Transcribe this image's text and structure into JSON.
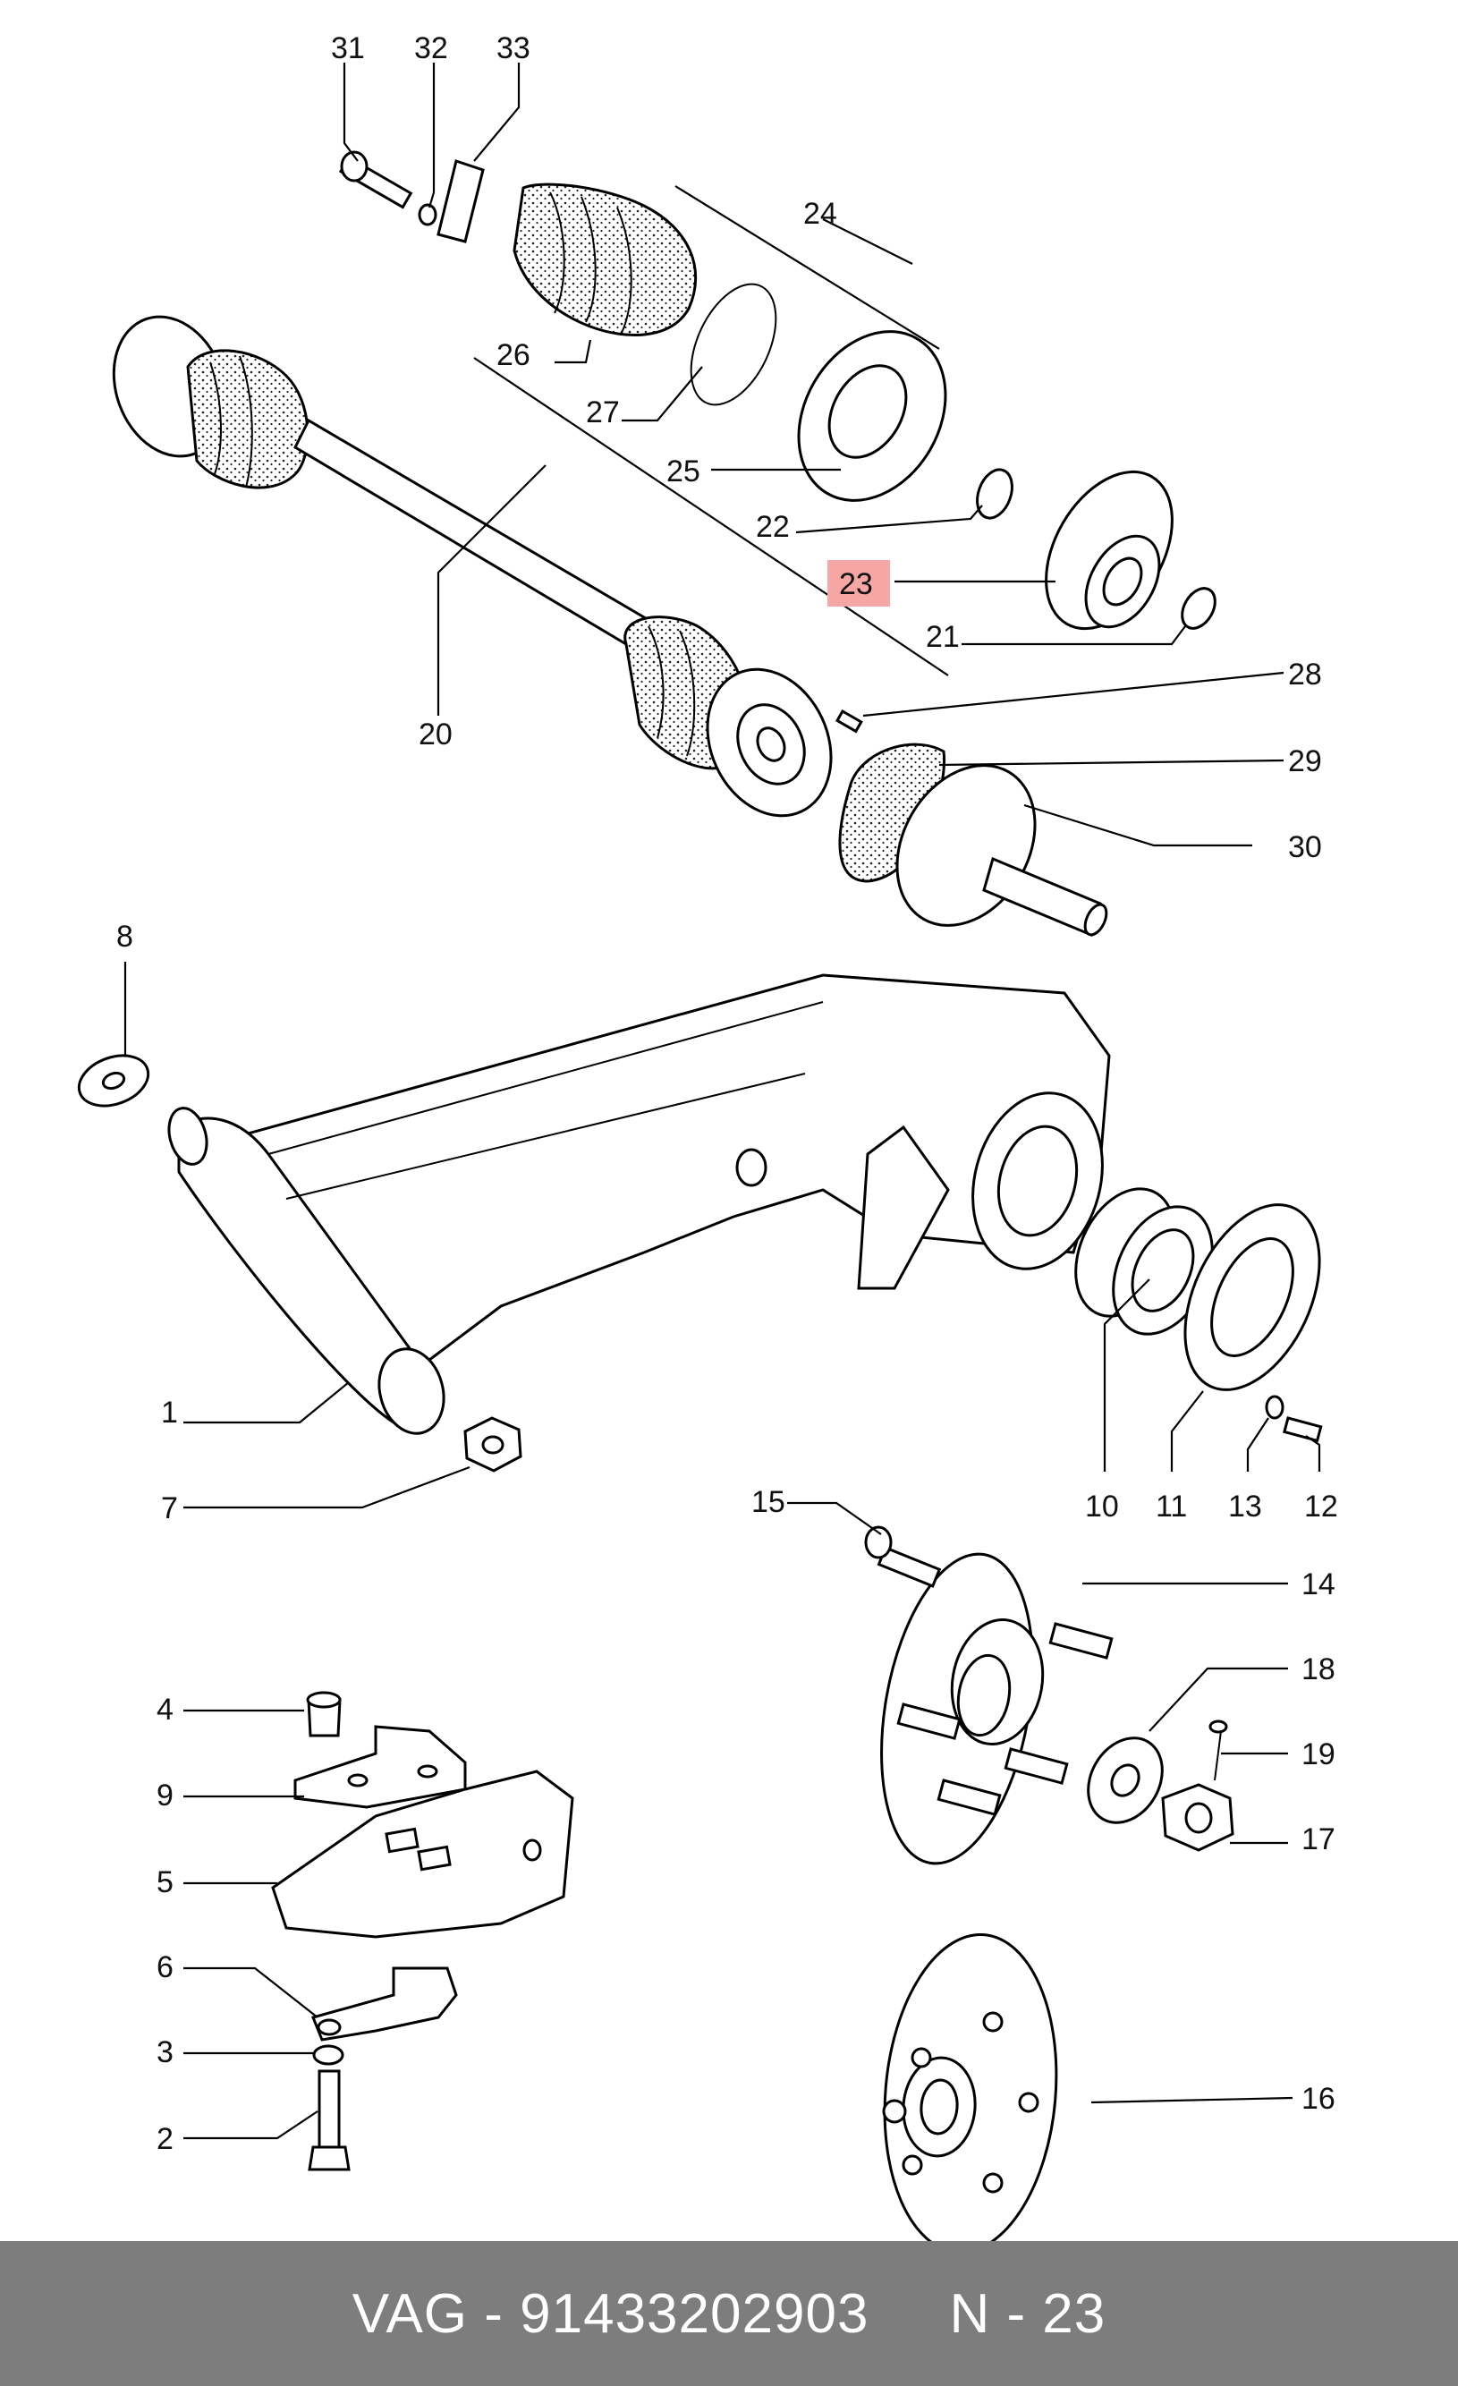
{
  "labels": {
    "l1": "1",
    "l2": "2",
    "l3": "3",
    "l4": "4",
    "l5": "5",
    "l6": "6",
    "l7": "7",
    "l8": "8",
    "l9": "9",
    "l10": "10",
    "l11": "11",
    "l12": "12",
    "l13": "13",
    "l14": "14",
    "l15": "15",
    "l16": "16",
    "l17": "17",
    "l18": "18",
    "l19": "19",
    "l20": "20",
    "l21": "21",
    "l22": "22",
    "l23": "23",
    "l24": "24",
    "l25": "25",
    "l26": "26",
    "l27": "27",
    "l28": "28",
    "l29": "29",
    "l30": "30",
    "l31": "31",
    "l32": "32",
    "l33": "33"
  },
  "highlight": {
    "label": "23",
    "color": "#f7a6a6"
  },
  "footer": {
    "brand_part": "VAG - 91433202903",
    "position": "N - 23"
  }
}
